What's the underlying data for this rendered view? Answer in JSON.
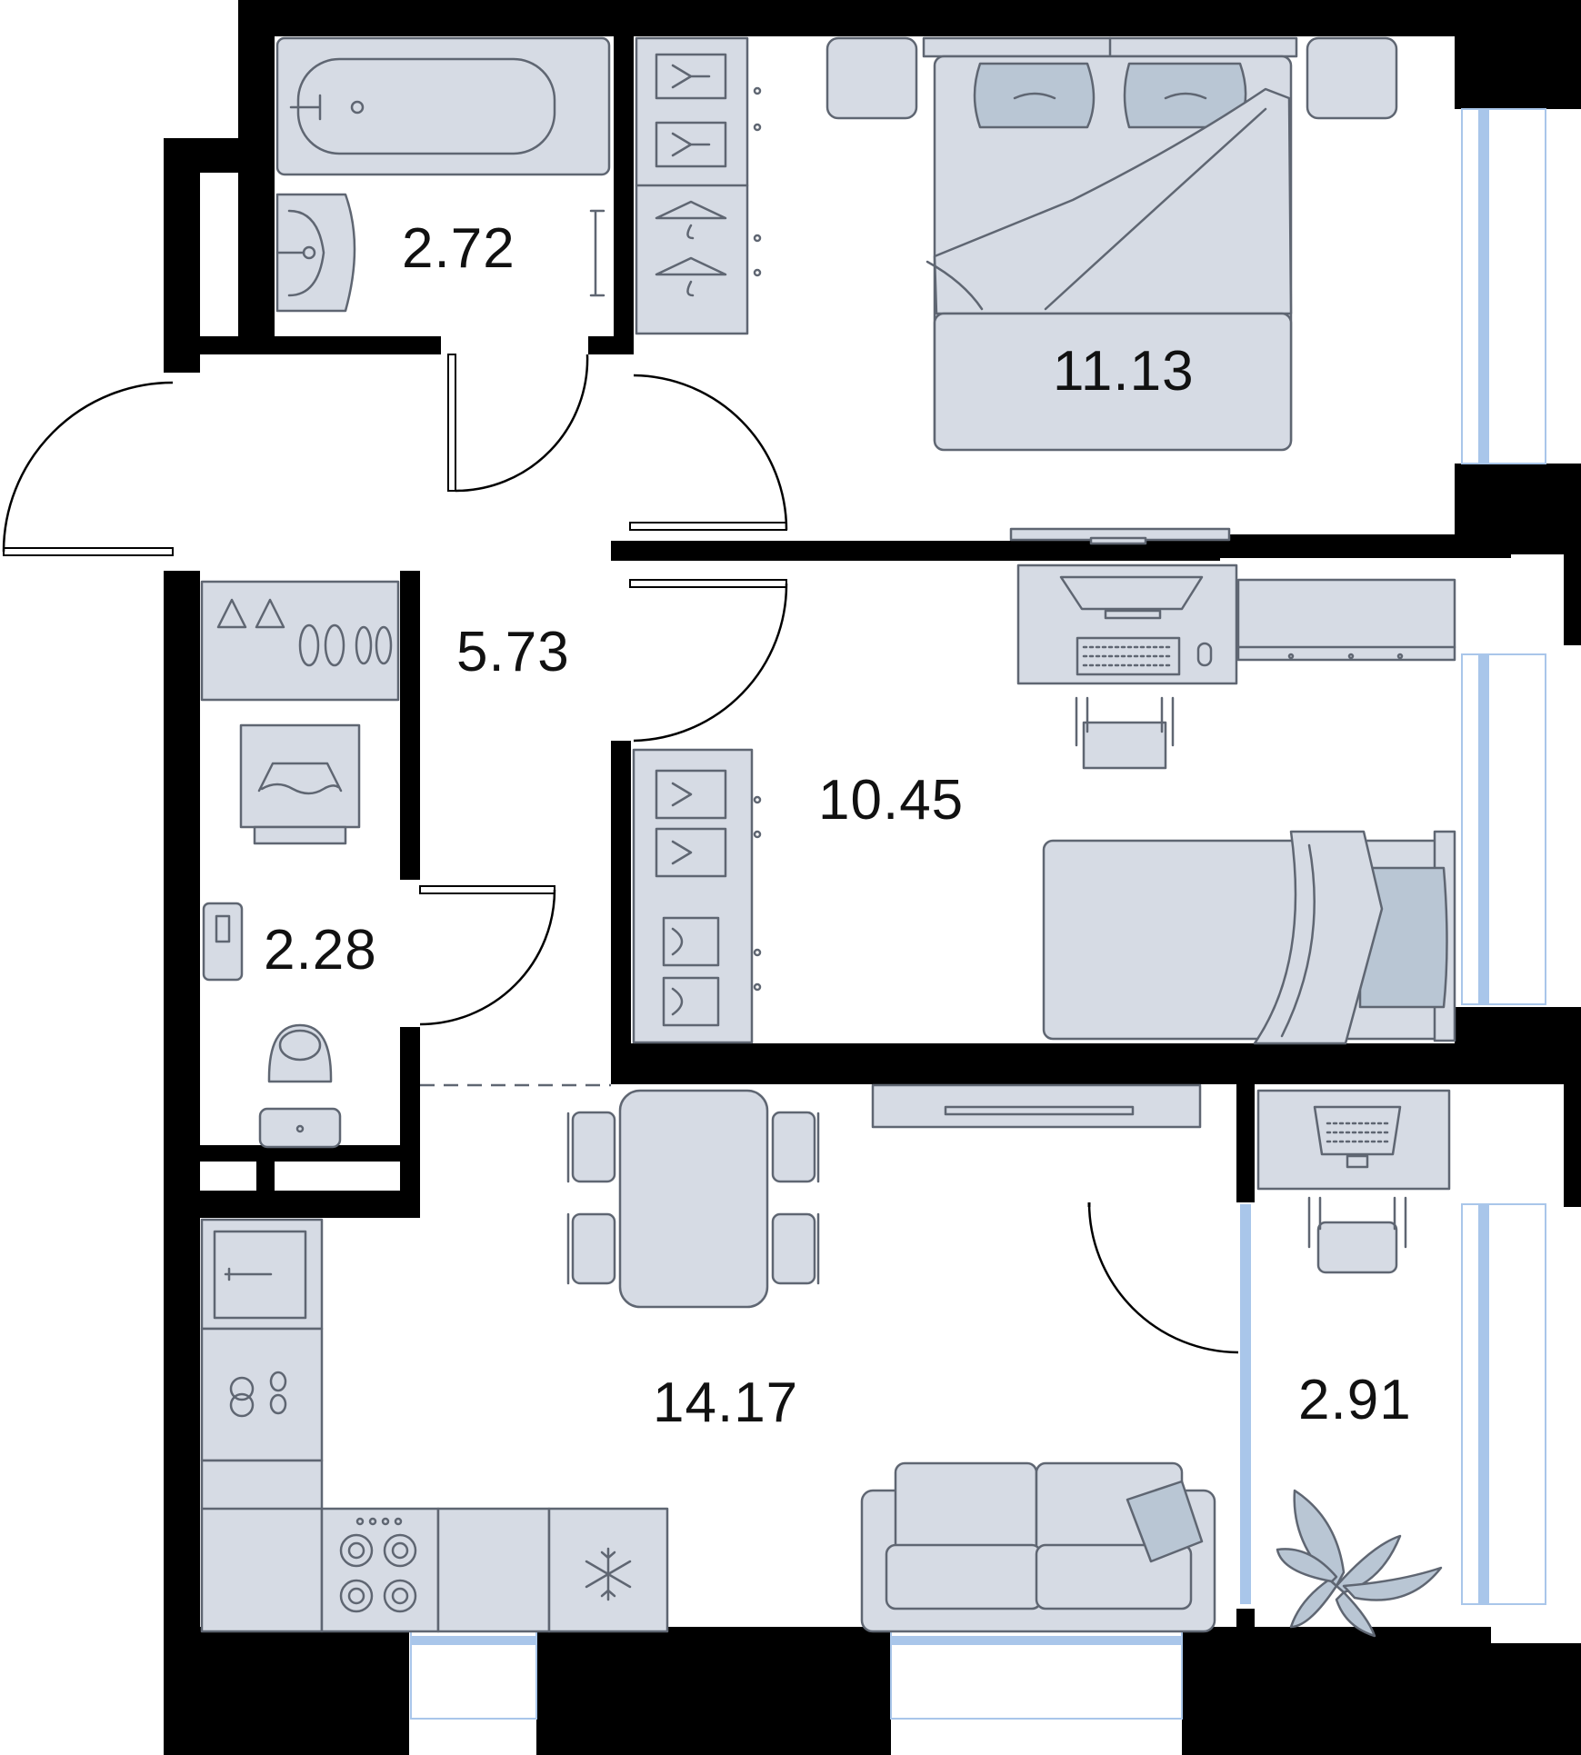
{
  "colors": {
    "wall": "#000000",
    "furniture_fill": "#d6dbe4",
    "furniture_stroke": "#5f6672",
    "pillow_fill": "#b9c6d4",
    "window_glass": "#a9c6ea",
    "background": "#ffffff",
    "label_text": "#111111"
  },
  "rooms": {
    "bathroom": {
      "area": "2.72"
    },
    "bedroom_main": {
      "area": "11.13"
    },
    "hallway": {
      "area": "5.73"
    },
    "bedroom_second": {
      "area": "10.45"
    },
    "toilet": {
      "area": "2.28"
    },
    "kitchen_living": {
      "area": "14.17"
    },
    "balcony": {
      "area": "2.91"
    }
  },
  "icons": [
    "bathtub-icon",
    "sink-icon",
    "double-bed-icon",
    "wardrobe-icon",
    "desk-icon",
    "monitor-icon",
    "keyboard-icon",
    "office-chair-icon",
    "single-bed-icon",
    "washing-machine-icon",
    "toilet-icon",
    "dining-table-icon",
    "tv-stand-icon",
    "laptop-icon",
    "sofa-icon",
    "plant-icon",
    "stove-icon",
    "fridge-icon",
    "snowflake-icon"
  ]
}
